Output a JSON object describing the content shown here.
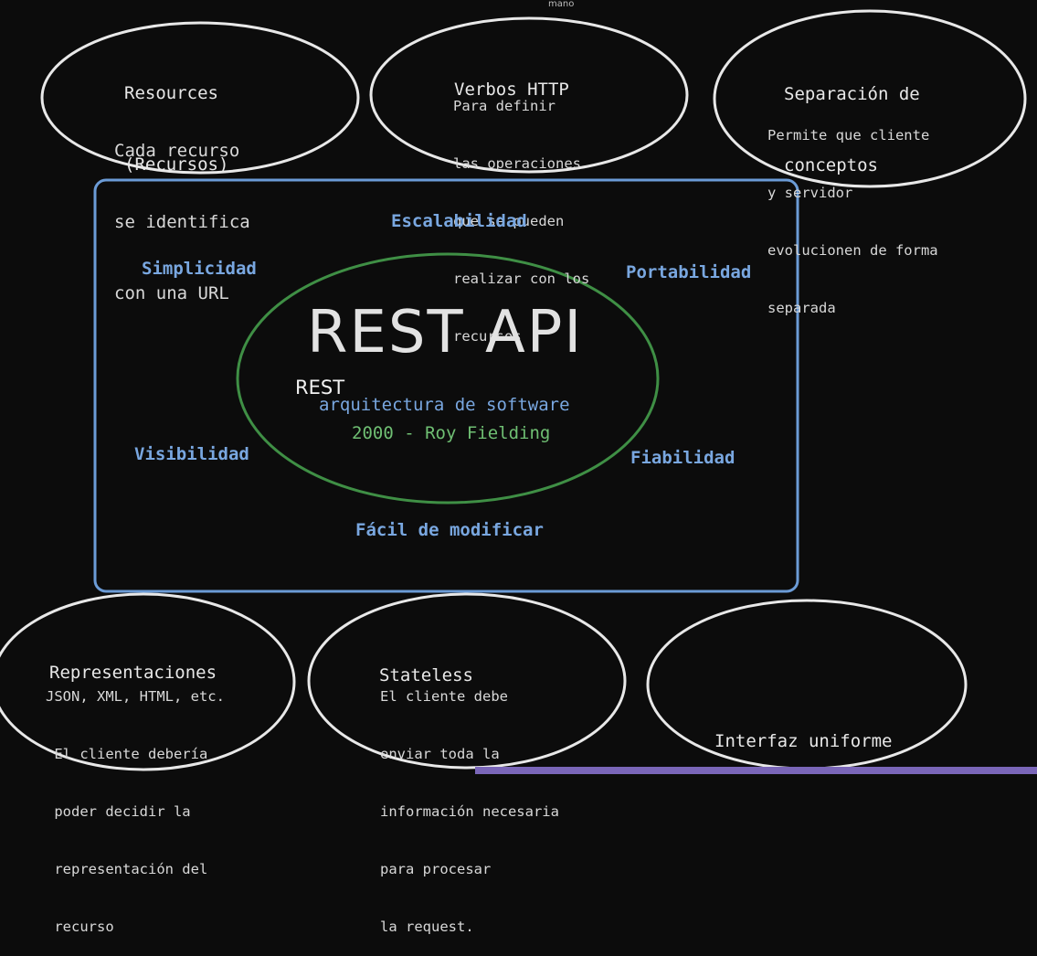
{
  "top_label": "mano",
  "center": {
    "title": "REST API",
    "small_label": "REST",
    "subtitle": "arquitectura de software",
    "origin": "2000 - Roy Fielding"
  },
  "properties": {
    "escalabilidad": "Escalabilidad",
    "simplicidad": "Simplicidad",
    "portabilidad": "Portabilidad",
    "visibilidad": "Visibilidad",
    "fiabilidad": "Fiabilidad",
    "facil_modificar": "Fácil de modificar"
  },
  "nodes": {
    "resources": {
      "title": [
        "Resources",
        "(Recursos)"
      ],
      "body": [
        "Cada recurso",
        "se identifica",
        "con una URL"
      ]
    },
    "verbos": {
      "title": [
        "Verbos HTTP"
      ],
      "body": [
        "Para definir",
        "las operaciones",
        "que se pueden",
        "realizar con los",
        "recursos"
      ]
    },
    "separacion": {
      "title": [
        "Separación de",
        "conceptos"
      ],
      "body": [
        "Permite que cliente",
        "y servidor",
        "evolucionen de forma",
        "separada"
      ]
    },
    "representaciones": {
      "title": [
        "Representaciones"
      ],
      "body": [
        "JSON, XML, HTML, etc.",
        " El cliente debería",
        " poder decidir la",
        " representación del",
        " recurso"
      ]
    },
    "stateless": {
      "title": [
        "Stateless"
      ],
      "body": [
        "El cliente debe",
        "enviar toda la",
        "información necesaria",
        "para procesar",
        "la request."
      ]
    },
    "interfaz": {
      "title": [
        "Interfaz uniforme"
      ]
    }
  },
  "colors": {
    "background": "#0c0c0c",
    "outline": "#e8e8e8",
    "box": "#6b9bd6",
    "center_ellipse": "#3f8f45",
    "accent_bar": "#7a66b8"
  }
}
